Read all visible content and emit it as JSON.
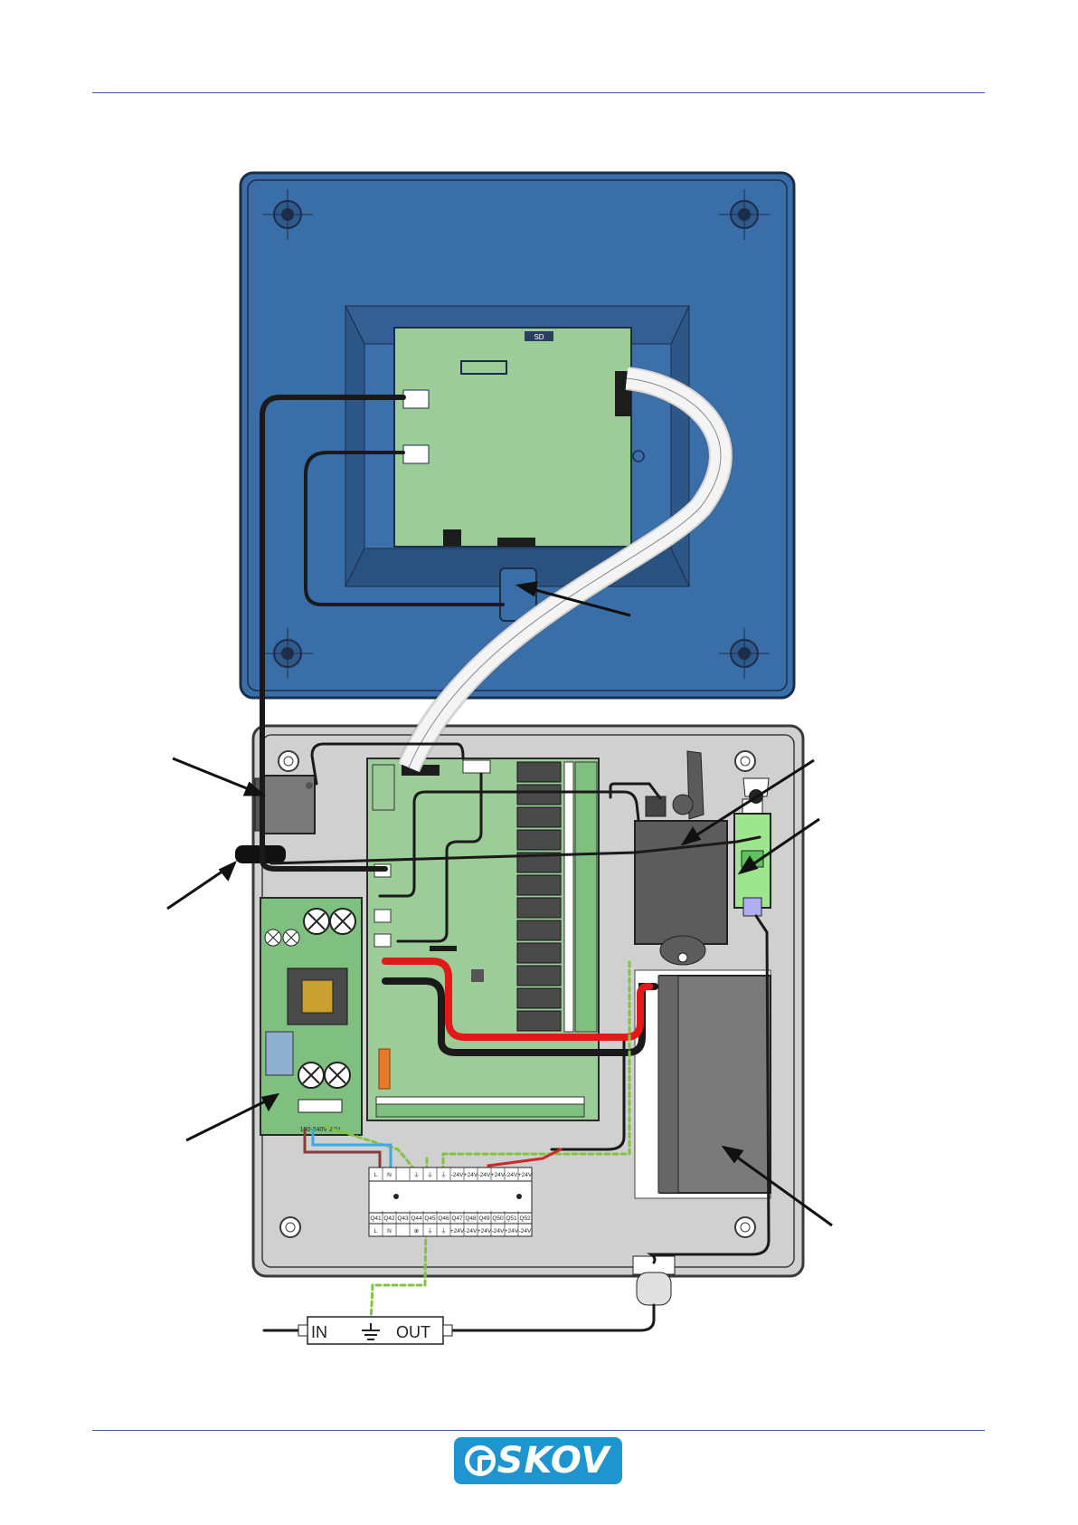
{
  "colors": {
    "rule": "#3a5fa8",
    "lid": "#3a6ea8",
    "pcb": "#9ccc98",
    "box": "#d0d0d0",
    "logo": "#1f95d0"
  },
  "labels": {
    "sd": "SD",
    "filter_in": "IN",
    "filter_out": "OUT",
    "row_top_a": [
      "L",
      "N",
      "",
      "⏚",
      "⏚",
      "⏚",
      "-24V",
      "+24V",
      "-24V",
      "+24V",
      "-24V",
      "+24V"
    ],
    "row_q": [
      "Q41",
      "Q42",
      "Q43",
      "Q44",
      "Q45",
      "Q46",
      "Q47",
      "Q48",
      "Q49",
      "Q50",
      "Q51",
      "Q52"
    ],
    "row_bot": [
      "L",
      "N",
      "",
      "⊕",
      "⏚",
      "⏚",
      "+24V",
      "-24V",
      "+24V",
      "-24V",
      "+24V",
      "-24V"
    ],
    "psu_terminals": "100-240V  24V"
  },
  "logo": {
    "text": "SKOV"
  },
  "icons": [
    "logo-mark-icon",
    "ground-icon",
    "arrow-icon"
  ]
}
